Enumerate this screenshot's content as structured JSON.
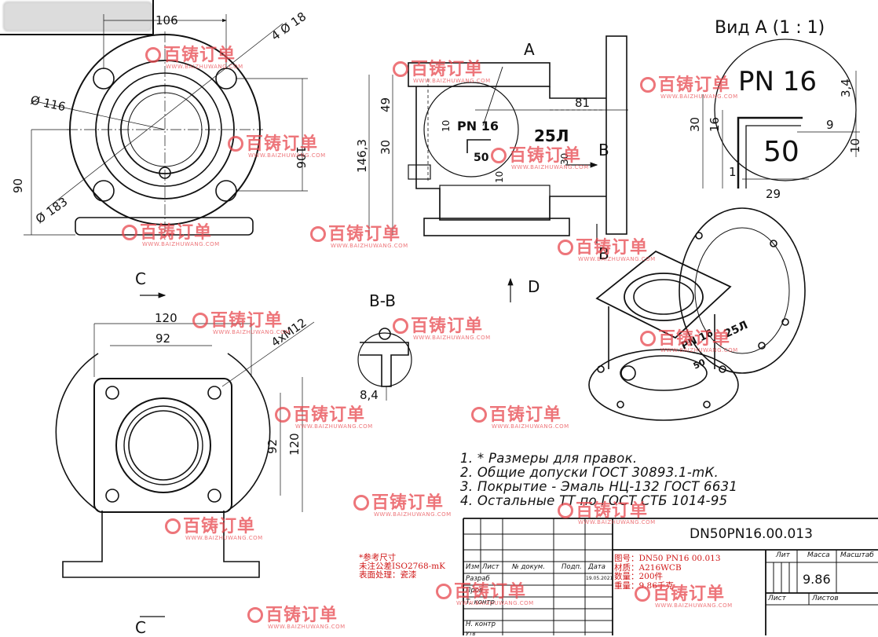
{
  "view_a_title": "Вид А (1 : 1)",
  "dims": {
    "front_top": [
      "106",
      "4 Ø 18",
      "Ø 116",
      "106",
      "90",
      "Ø 183"
    ],
    "side": [
      "49",
      "30",
      "146,3",
      "10",
      "81",
      "30",
      "10",
      "B",
      "B",
      "A"
    ],
    "view_a": [
      "3,4",
      "30",
      "16",
      "9",
      "10",
      "1",
      "29"
    ],
    "bottom": [
      "120",
      "92",
      "4xM12",
      "92",
      "120",
      "C",
      "C"
    ],
    "section": [
      "B-B",
      "8,4"
    ],
    "arrow_d": "D"
  },
  "marking": {
    "pn": "PN 16",
    "size": "25Л",
    "dn": "50"
  },
  "notes": [
    "1.  * Размеры для правок.",
    "2.  Общие допуски ГОСТ 30893.1-mК.",
    "3.  Покрытие - Эмаль НЦ-132 ГОСТ 6631",
    "4.  Остальные ТТ по ГОСТ СТБ 1014-95"
  ],
  "cn_left": [
    "*参考尺寸",
    "未注公差ISO2768-mK",
    "表面处理：瓷漆"
  ],
  "cn_right": [
    "图号：DN50 PN16 00.013",
    "材质：A216WCB",
    "数量：200件",
    "重量：9.86千克"
  ],
  "title_block": {
    "doc_number": "DN50PN16.00.013",
    "lit": "Лит",
    "massa": "Масса",
    "masshtab": "Масштаб",
    "mass_value": "9.86",
    "list": "Лист",
    "listov": "Листов",
    "cols": [
      "Изм",
      "Лист",
      "№ докум.",
      "Подп.",
      "Дата"
    ],
    "rows": [
      "Разраб",
      "Пров",
      "Т. контр",
      "Н. контр",
      "Утв"
    ],
    "date": "19.05.2021"
  },
  "watermark": {
    "brand": "百铸订单",
    "url": "WWW.BAIZHUWANG.COM"
  }
}
